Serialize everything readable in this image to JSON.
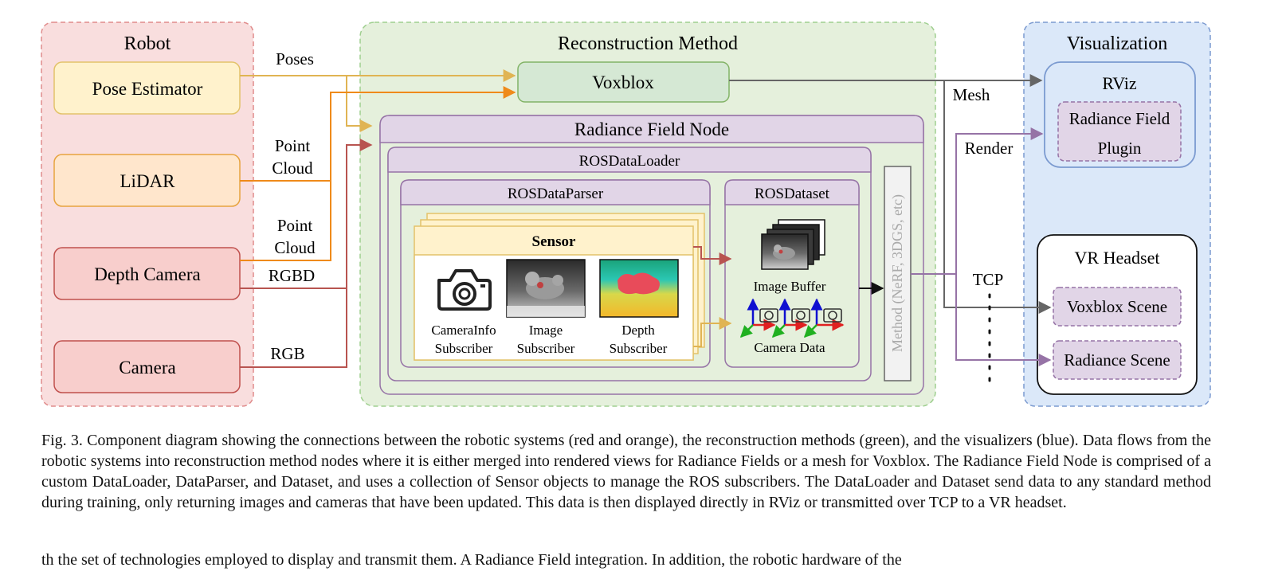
{
  "colors": {
    "robot_bg": "#f9dede",
    "robot_border": "#e08c8c",
    "recon_bg": "#e5f0dc",
    "recon_border": "#9fcf8f",
    "vis_bg": "#dbe8f9",
    "vis_border": "#7b9ad0",
    "yellow_bg": "#fff2cc",
    "yellow_border": "#e3c26a",
    "orange_bg": "#ffe6cc",
    "orange_border": "#e7a33e",
    "red_bg": "#f8cecc",
    "red_border": "#c0504d",
    "green_bg": "#d5e8d4",
    "green_border": "#82b366",
    "purple_bg": "#e1d5e7",
    "purple_border": "#9673a6",
    "arrow_yellow": "#e0b453",
    "arrow_orange": "#ef8a1a",
    "arrow_red": "#b85450",
    "arrow_gray": "#666666",
    "arrow_purple": "#9673a6"
  },
  "groups": {
    "robot": "Robot",
    "reconstruction": "Reconstruction Method",
    "visualization": "Visualization"
  },
  "robot_nodes": {
    "pose_estimator": "Pose Estimator",
    "lidar": "LiDAR",
    "depth_camera": "Depth Camera",
    "camera": "Camera"
  },
  "edge_labels": {
    "poses": "Poses",
    "point_cloud_1_line1": "Point",
    "point_cloud_1_line2": "Cloud",
    "point_cloud_2_line1": "Point",
    "point_cloud_2_line2": "Cloud",
    "rgbd": "RGBD",
    "rgb": "RGB",
    "mesh": "Mesh",
    "render": "Render",
    "tcp": "TCP"
  },
  "recon_nodes": {
    "voxblox": "Voxblox",
    "radiance_field_node": "Radiance Field Node",
    "ros_data_loader": "ROSDataLoader",
    "ros_data_parser": "ROSDataParser",
    "ros_dataset": "ROSDataset",
    "sensor": "Sensor",
    "camerainfo_subscriber_line1": "CameraInfo",
    "camerainfo_subscriber_line2": "Subscriber",
    "image_subscriber_line1": "Image",
    "image_subscriber_line2": "Subscriber",
    "depth_subscriber_line1": "Depth",
    "depth_subscriber_line2": "Subscriber",
    "image_buffer": "Image Buffer",
    "camera_data": "Camera Data",
    "method": "Method (NeRF, 3DGS, etc)"
  },
  "vis_nodes": {
    "rviz": "RViz",
    "radiance_field_plugin_line1": "Radiance Field",
    "radiance_field_plugin_line2": "Plugin",
    "vr_headset": "VR Headset",
    "voxblox_scene": "Voxblox Scene",
    "radiance_scene": "Radiance Scene"
  },
  "icons": [
    "camera-outline-icon",
    "stuffed-toy-photo-icon",
    "depth-map-icon",
    "image-stack-icon",
    "camera-axes-icon"
  ],
  "caption": "Fig. 3.   Component diagram showing the connections between the robotic systems (red and orange), the reconstruction methods (green), and the visualizers (blue). Data flows from the robotic systems into reconstruction method nodes where it is either merged into rendered views for Radiance Fields or a mesh for Voxblox. The Radiance Field Node is comprised of a custom DataLoader, DataParser, and Dataset, and uses a collection of Sensor objects to manage the ROS subscribers. The DataLoader and Dataset send data to any standard method during training, only returning images and cameras that have been updated. This data is then displayed directly in RViz or transmitted over TCP to a VR headset.",
  "bottom_text": "th the set of technologies employed to display and transmit them. A Radiance Field integration. In addition, the robotic hardware of the"
}
